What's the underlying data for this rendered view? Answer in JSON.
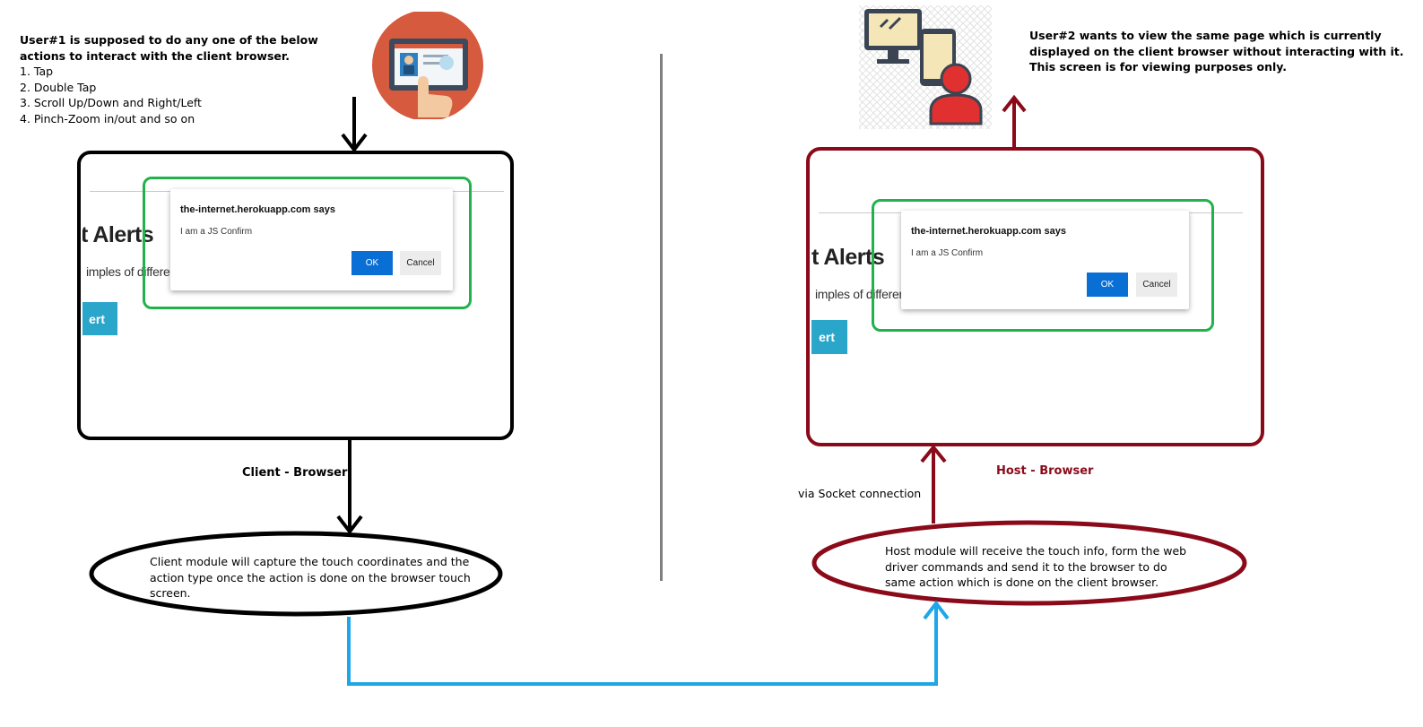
{
  "user1": {
    "title": "User#1 is supposed to do any one of the below actions to interact with the client browser.",
    "actions": [
      "1. Tap",
      "2. Double Tap",
      "3. Scroll Up/Down and Right/Left",
      "4. Pinch-Zoom in/out and so on"
    ]
  },
  "user2": {
    "text": "User#2 wants to view the same page which is currently displayed on the client browser without interacting with it. This screen is for viewing purposes only."
  },
  "client_panel": {
    "page_heading": "t Alerts",
    "page_subtext": "imples of different",
    "page_button": "ert",
    "dialog": {
      "title": "the-internet.herokuapp.com says",
      "message": "I am a JS Confirm",
      "ok_label": "OK",
      "cancel_label": "Cancel"
    }
  },
  "host_panel": {
    "page_heading": "t Alerts",
    "page_subtext": "imples of different",
    "page_button": "ert",
    "dialog": {
      "title": "the-internet.herokuapp.com says",
      "message": "I am a JS Confirm",
      "ok_label": "OK",
      "cancel_label": "Cancel"
    }
  },
  "labels": {
    "client_browser": "Client - Browser",
    "host_browser": "Host - Browser",
    "socket": "via Socket connection"
  },
  "ellipses": {
    "client_module": "Client module will capture the touch coordinates and the action type once the action is done on the browser touch screen.",
    "host_module": "Host module will receive the touch info, form the web driver commands and send it to the browser to do same action which is done on the client browser."
  },
  "icons": {
    "user1_icon": "touch-screen-tablet-icon",
    "user2_icon": "desktop-mobile-user-icon"
  },
  "colors": {
    "client": "#000000",
    "host": "#8b0a1a",
    "highlight": "#22b24c",
    "connector": "#1ea7e8",
    "ok_button": "#0a6fd4"
  }
}
